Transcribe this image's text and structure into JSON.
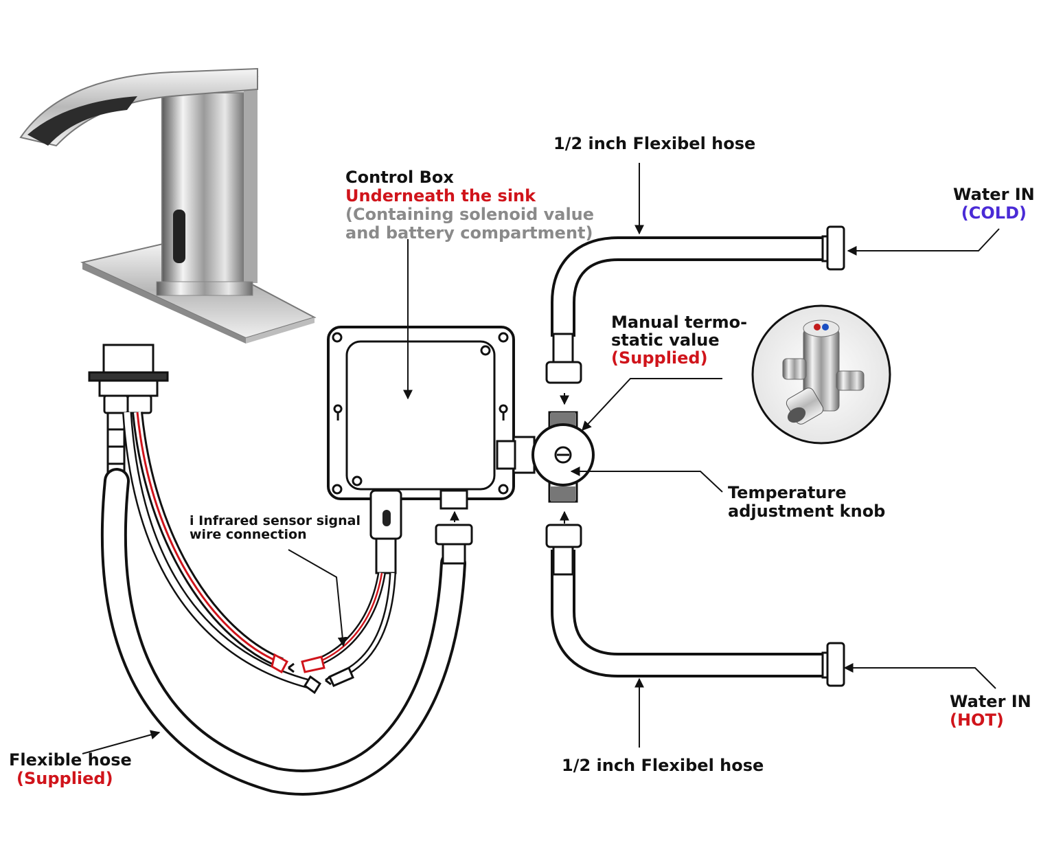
{
  "labels": {
    "control_box": {
      "title": "Control Box",
      "location": "Underneath the sink",
      "desc_line1": "(Containing solenoid value",
      "desc_line2": "and battery compartment)"
    },
    "hose_top": "1/2 inch Flexibel hose",
    "hose_bottom": "1/2 inch Flexibel hose",
    "water_in_cold": {
      "title": "Water IN",
      "note": "(COLD)"
    },
    "water_in_hot": {
      "title": "Water IN",
      "note": "(HOT)"
    },
    "thermostatic_valve": {
      "line1": "Manual termo-",
      "line2": "static value",
      "note": "(Supplied)"
    },
    "temperature_knob": {
      "line1": "Temperature",
      "line2": "adjustment knob"
    },
    "sensor_wire": {
      "line1": "i Infrared sensor signal",
      "line2": "wire connection"
    },
    "flexible_hose": {
      "title": "Flexible hose",
      "note": "(Supplied)"
    }
  },
  "colors": {
    "accent_red": "#d0141b",
    "cold_blue": "#4a2bd6",
    "description_gray": "#8a8a8a"
  },
  "icons": [
    "faucet-image",
    "control-box",
    "thermostatic-valve",
    "valve-photo",
    "connector-arrows"
  ]
}
